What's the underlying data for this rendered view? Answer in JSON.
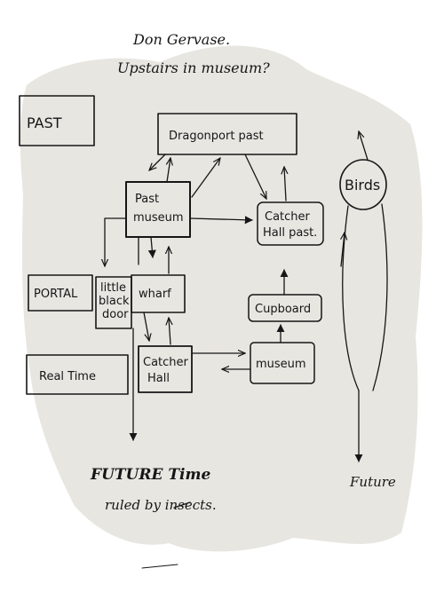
{
  "header": {
    "line1": "Don Gervase.",
    "line2": "Upstairs in museum?"
  },
  "nodes": {
    "past": "PAST",
    "dragonport_past": "Dragonport past",
    "past_museum_1": "Past",
    "past_museum_2": "museum",
    "catcher_hall_past_1": "Catcher",
    "catcher_hall_past_2": "Hall past.",
    "birds": "Birds",
    "portal": "PORTAL",
    "little_black_door_1": "little",
    "little_black_door_2": "black",
    "little_black_door_3": "door",
    "wharf": "wharf",
    "cupboard": "Cupboard",
    "real_time": "Real Time",
    "catcher_hall_1": "Catcher",
    "catcher_hall_2": "Hall",
    "museum": "museum",
    "future_time": "FUTURE Time",
    "ruled_by_insects": "ruled by insects.",
    "future": "Future"
  },
  "colors": {
    "ink": "#161616",
    "paper": "#e8e6e1"
  }
}
